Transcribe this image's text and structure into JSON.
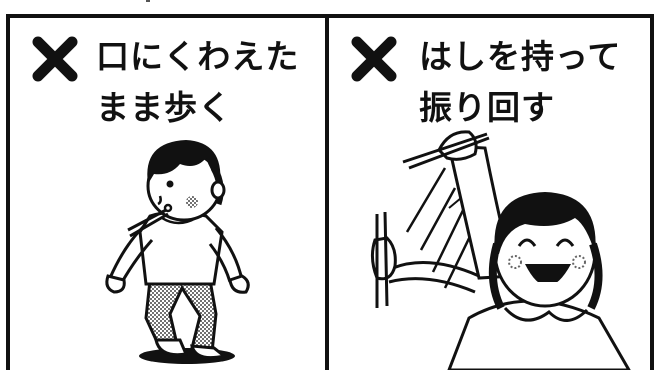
{
  "panels": [
    {
      "mark_icon": "cross-mark-icon",
      "caption_line1": "口にくわえた",
      "caption_line2": "まま歩く"
    },
    {
      "mark_icon": "cross-mark-icon",
      "caption_line1": "はしを持って",
      "caption_line2": "振り回す"
    }
  ],
  "colors": {
    "ink": "#111111",
    "paper": "#ffffff",
    "screen_tone": "#8c8c8c"
  }
}
